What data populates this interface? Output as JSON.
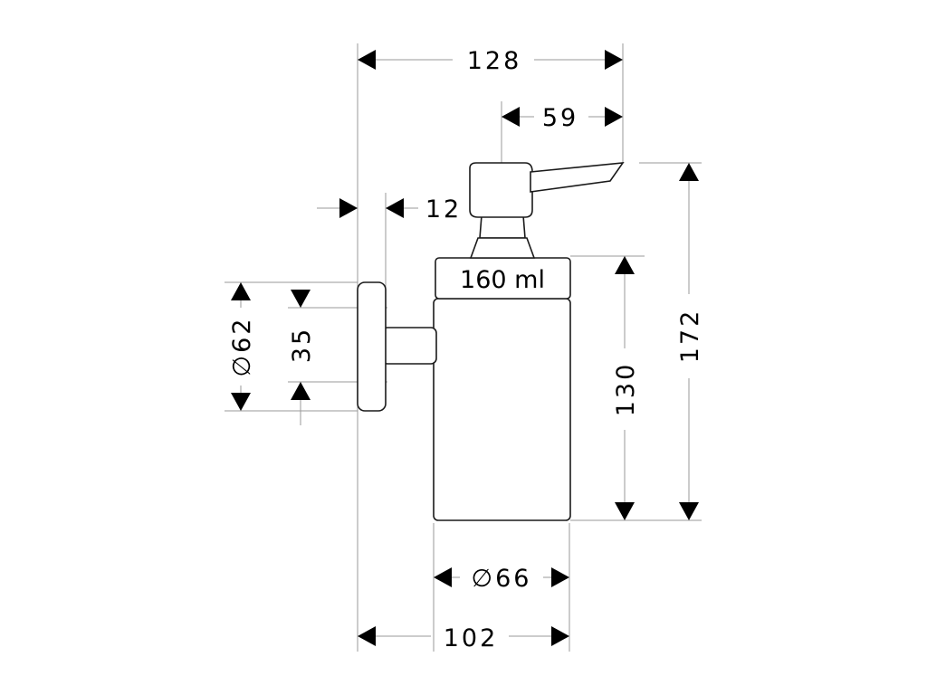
{
  "dimensions": {
    "overall_width": "128",
    "spout_width": "59",
    "wall_gap": "12",
    "capacity_label": "160 ml",
    "flange_diameter": "∅62",
    "arm_height": "35",
    "container_height": "130",
    "total_height": "172",
    "container_diameter": "∅66",
    "projection_depth": "102"
  },
  "colors": {
    "line": "#1a1a1a",
    "extension": "#9a9a9a",
    "arrow": "#000000"
  }
}
